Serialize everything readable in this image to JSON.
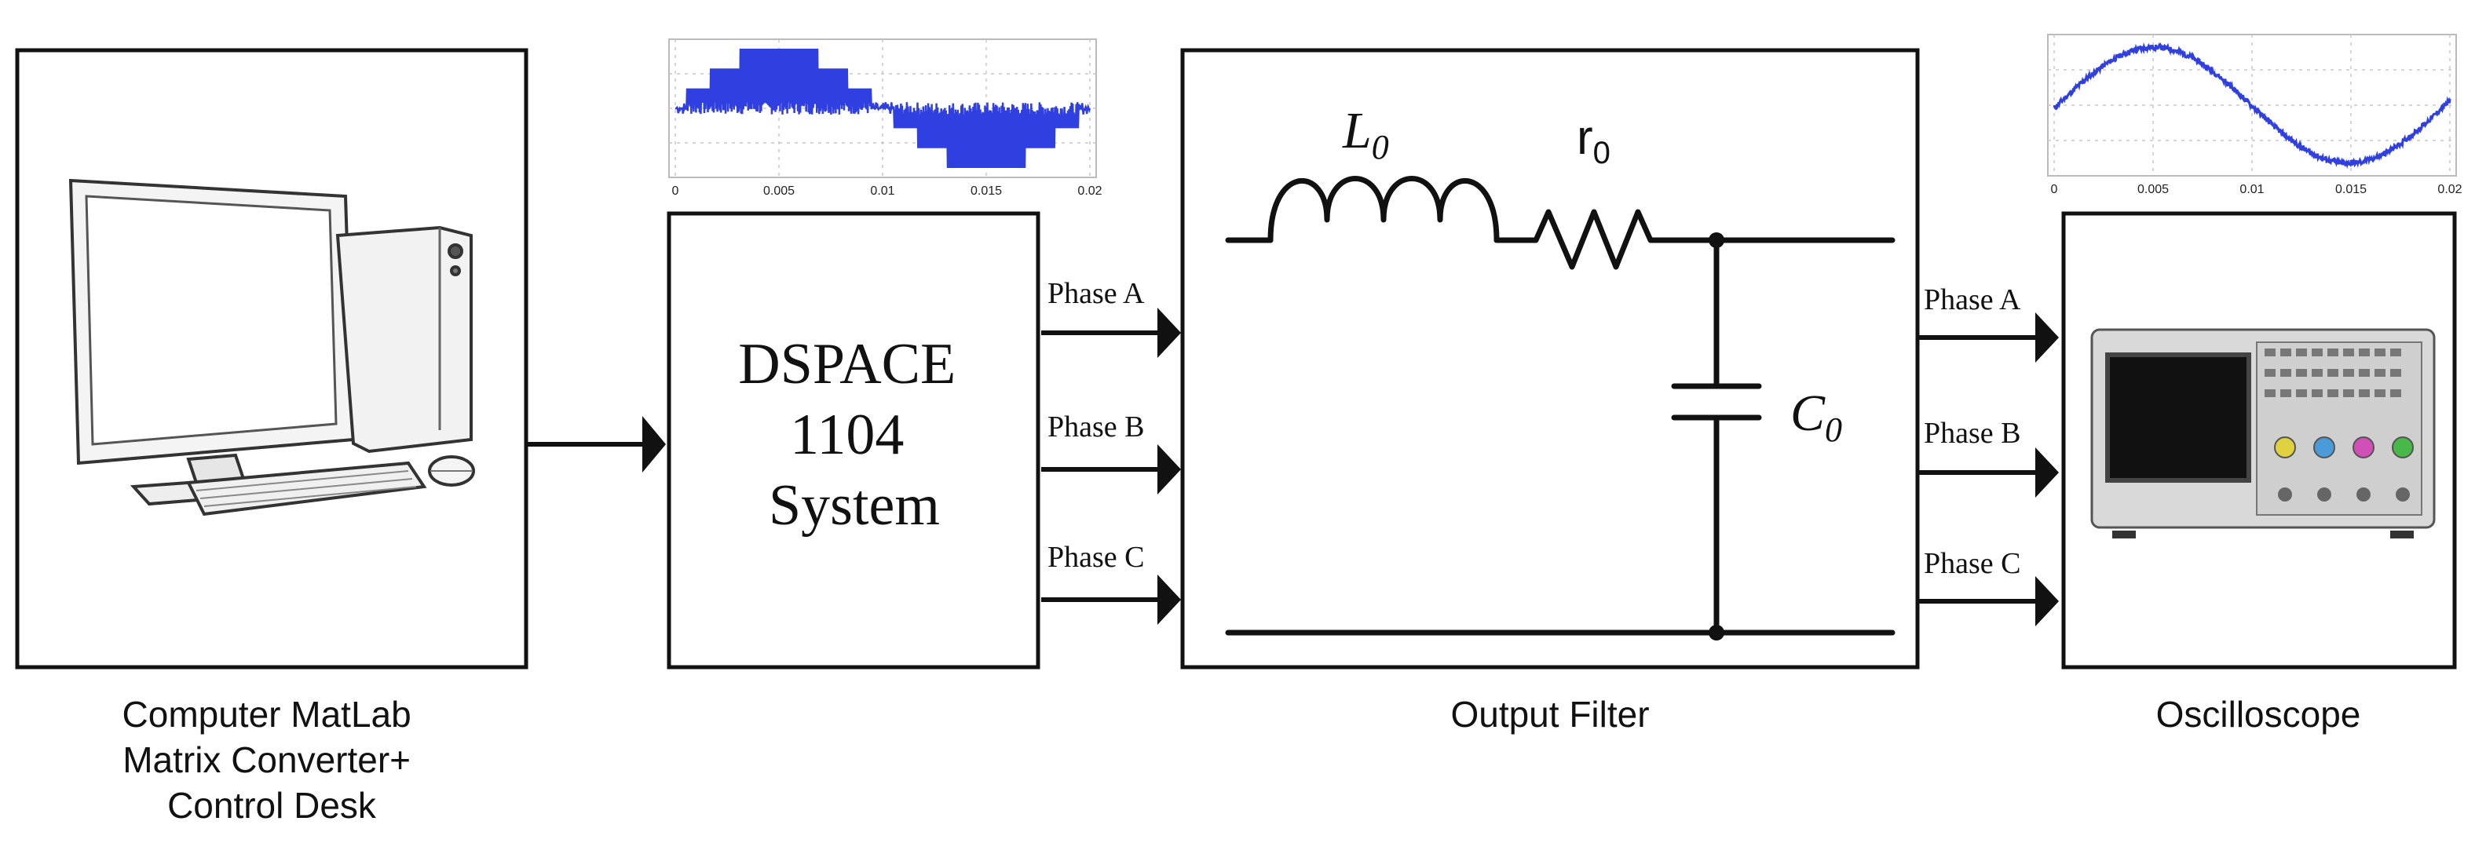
{
  "blocks": {
    "computer": {
      "caption_lines": [
        "Computer MatLab",
        "Matrix Converter+",
        "Control Desk"
      ]
    },
    "dspace": {
      "title_lines": [
        "DSPACE",
        "1104",
        "System"
      ]
    },
    "filter": {
      "caption": "Output Filter",
      "inductor_label": "L",
      "inductor_sub": "0",
      "resistor_label": "r",
      "resistor_sub": "0",
      "capacitor_label": "C",
      "capacitor_sub": "0"
    },
    "oscilloscope": {
      "caption": "Oscilloscope"
    }
  },
  "phases": {
    "left": [
      "Phase A",
      "Phase B",
      "Phase C"
    ],
    "right": [
      "Phase A",
      "Phase B",
      "Phase C"
    ]
  },
  "plots": {
    "pwm": {
      "x_ticks": [
        "0",
        "0.005",
        "0.01",
        "0.015",
        "0.02"
      ],
      "trace_color": "#2f3fe0"
    },
    "sine": {
      "x_ticks": [
        "0",
        "0.005",
        "0.01",
        "0.015",
        "0.02"
      ],
      "trace_color": "#2f3fe0"
    }
  },
  "colors": {
    "stroke": "#111111",
    "trace": "#2f3fe0",
    "grid": "#c8c8c8"
  }
}
